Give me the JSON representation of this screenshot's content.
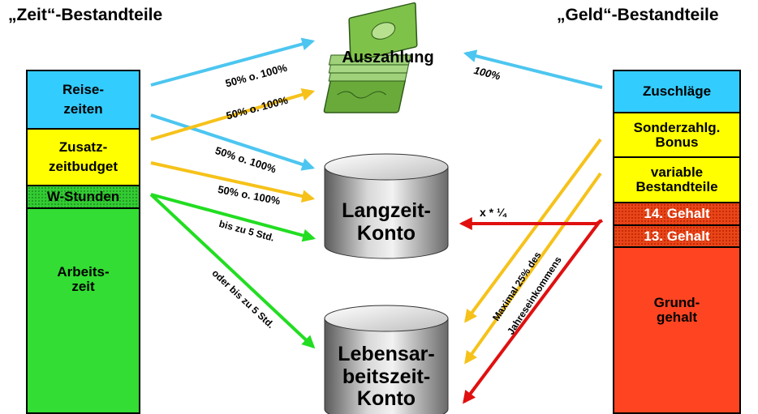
{
  "headings": {
    "left": "„Zeit“-Bestandteile",
    "right": "„Geld“-Bestandteile"
  },
  "left_column": {
    "items": [
      {
        "lines": [
          "Reise-",
          "zeiten"
        ],
        "color": "#33ccff"
      },
      {
        "lines": [
          "Zusatz-",
          "zeitbudget"
        ],
        "color": "#ffff00"
      },
      {
        "lines": [
          "W-Stunden"
        ],
        "color": "#33cc33"
      },
      {
        "lines": [
          "Arbeits-",
          "zeit"
        ],
        "color": "#33dd33"
      }
    ]
  },
  "right_column": {
    "items": [
      {
        "lines": [
          "Zuschläge"
        ],
        "color": "#33ccff"
      },
      {
        "lines": [
          "Sonderzahlg.",
          "Bonus"
        ],
        "color": "#ffff00"
      },
      {
        "lines": [
          "variable",
          "Bestandteile"
        ],
        "color": "#ffff00"
      },
      {
        "lines": [
          "14. Gehalt"
        ],
        "color": "#e8461a"
      },
      {
        "lines": [
          "13. Gehalt"
        ],
        "color": "#e8461a"
      },
      {
        "lines": [
          "Grund-",
          "gehalt"
        ],
        "color": "#ff4422"
      }
    ]
  },
  "targets": {
    "payout": "Auszahlung",
    "long_term": [
      "Langzeit-",
      "Konto"
    ],
    "life_work": [
      "Lebensar-",
      "beitszeit-",
      "Konto"
    ]
  },
  "arrow_labels": {
    "travel_payout": "50% o. 100%",
    "budget_payout": "50% o. 100%",
    "travel_long": "50% o. 100%",
    "budget_long": "50% o. 100%",
    "w_long": "bis zu 5 Std.",
    "w_life": "oder bis zu 5 Std.",
    "surcharge_payout": "100%",
    "bonus_long": "x * ¼",
    "max_share": [
      "Maximal 25% des",
      "Jahreseinkommens"
    ]
  },
  "colors": {
    "cyan_arrow": "#4cc6f0",
    "yellow_arrow": "#f6c21a",
    "green_arrow": "#22dd22",
    "red_arrow": "#e01010",
    "money": "#7fc24a"
  },
  "icons": {
    "payout": "money-stack-icon",
    "accounts": "database-cylinder-icon"
  }
}
